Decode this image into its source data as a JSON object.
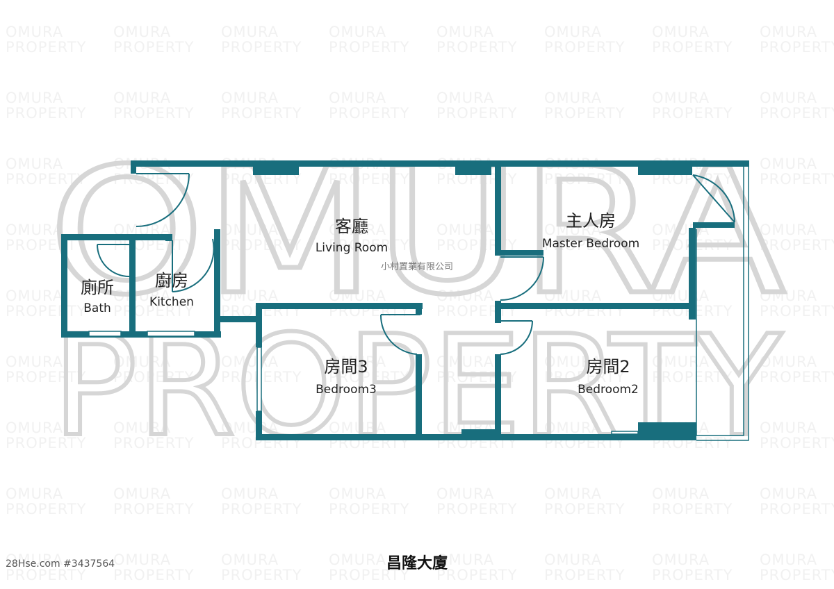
{
  "colors": {
    "wall": "#186e7d",
    "watermark_big": "#d6d6d6",
    "watermark_small": "#f1f1f1"
  },
  "watermark": {
    "big_line1": "OMURA",
    "big_line2": "PROPERTY",
    "tile_line1": "OMURA",
    "tile_line2": "PROPERTY"
  },
  "rooms": {
    "living": {
      "zh": "客廳",
      "en": "Living Room"
    },
    "master": {
      "zh": "主人房",
      "en": "Master Bedroom"
    },
    "bath": {
      "zh": "廁所",
      "en": "Bath"
    },
    "kitchen": {
      "zh": "廚房",
      "en": "Kitchen"
    },
    "bedroom3": {
      "zh": "房間3",
      "en": "Bedroom3"
    },
    "bedroom2": {
      "zh": "房間2",
      "en": "Bedroom2"
    }
  },
  "company_name": "小村置業有限公司",
  "building_name": "昌隆大廈",
  "listing_id": "28Hse.com #3437564"
}
